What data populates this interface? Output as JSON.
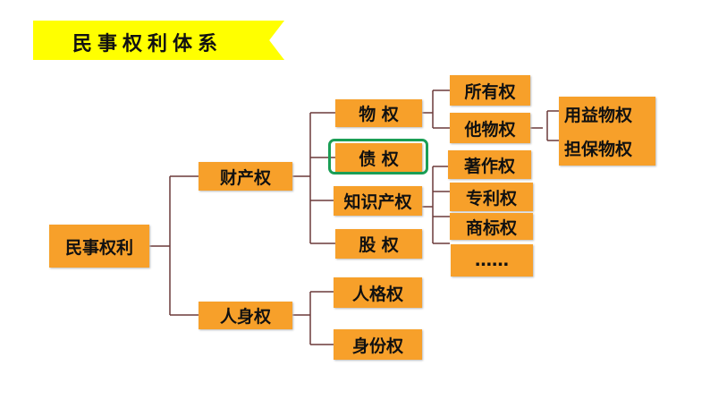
{
  "title": "民事权利体系",
  "root": "民事权利",
  "level1": {
    "property": "财产权",
    "personal": "人身权"
  },
  "property_children": {
    "real": "物 权",
    "creditor": "债 权",
    "ip": "知识产权",
    "equity": "股 权"
  },
  "personal_children": {
    "personality": "人格权",
    "identity": "身份权"
  },
  "real_children": {
    "ownership": "所有权",
    "other": "他物权"
  },
  "other_children": {
    "usufruct": "用益物权",
    "security": "担保物权"
  },
  "ip_children": {
    "copyright": "著作权",
    "patent": "专利权",
    "trademark": "商标权",
    "more": "……"
  },
  "highlighted": "债 权",
  "colors": {
    "box": "#f7a02a",
    "banner": "#ffff00",
    "highlight": "#1a9e55",
    "line": "#6b3a3a"
  }
}
